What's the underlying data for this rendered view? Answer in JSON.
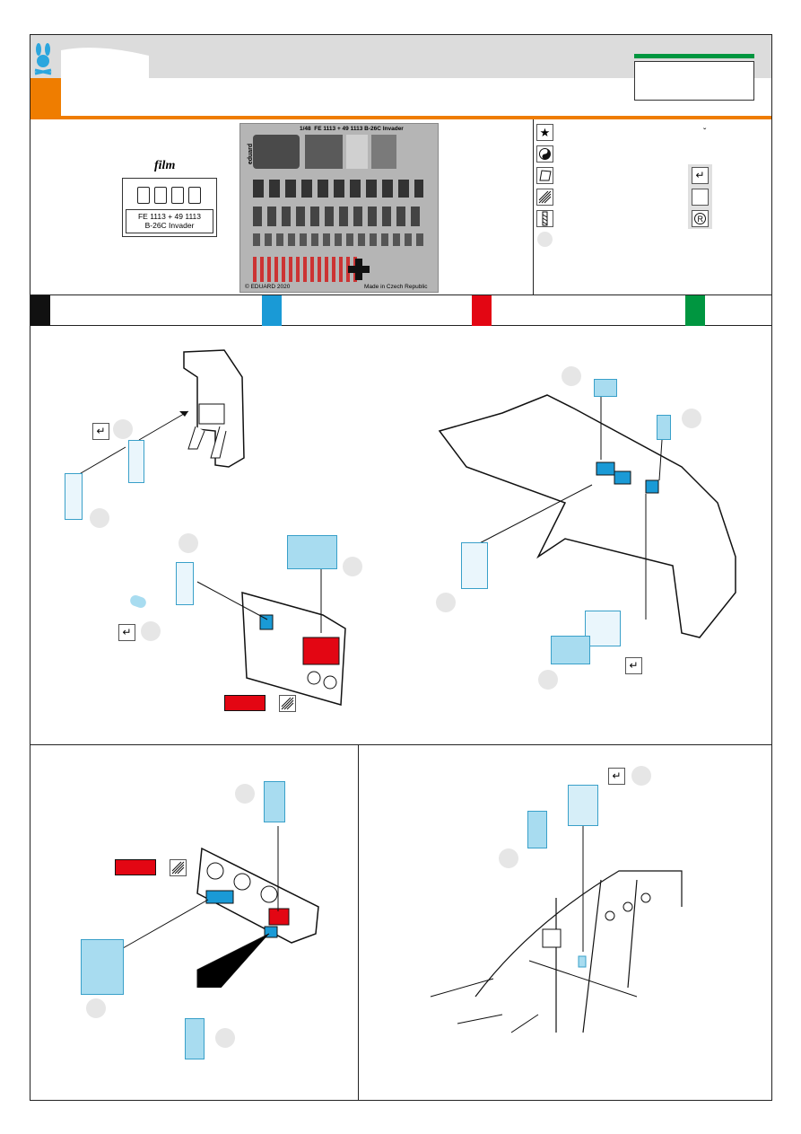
{
  "header": {
    "film_label": "film",
    "product_code": "FE 1113 + 49 1113",
    "product_name": "B-26C Invader"
  },
  "fret": {
    "scale": "1/48",
    "title": "FE 1113 + 49 1113  B-26C Invader",
    "copyright": "© EDUARD 2020",
    "made_in": "Made in Czech Republic",
    "brand": "eduard"
  },
  "legend": {
    "icons": [
      "star-icon",
      "yin-yang-icon",
      "sheet-icon",
      "etch-icon",
      "drill-icon"
    ],
    "right_icons": [
      "bend-icon",
      "blank-icon",
      "remove-icon"
    ]
  },
  "colors": {
    "black": "#111111",
    "blue": "#1a9ad6",
    "red": "#e30613",
    "green": "#009640",
    "orange": "#ef7d00"
  },
  "markers": {
    "check": "↵",
    "tick": "ˇ"
  }
}
